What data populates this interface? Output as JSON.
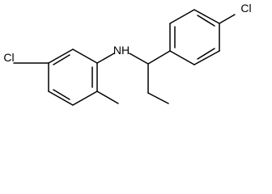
{
  "molecule": {
    "atom_labels": {
      "nh": "NH",
      "cl_left": "Cl",
      "cl_right": "Cl"
    },
    "line_color": "#000000",
    "background_color": "#ffffff"
  }
}
